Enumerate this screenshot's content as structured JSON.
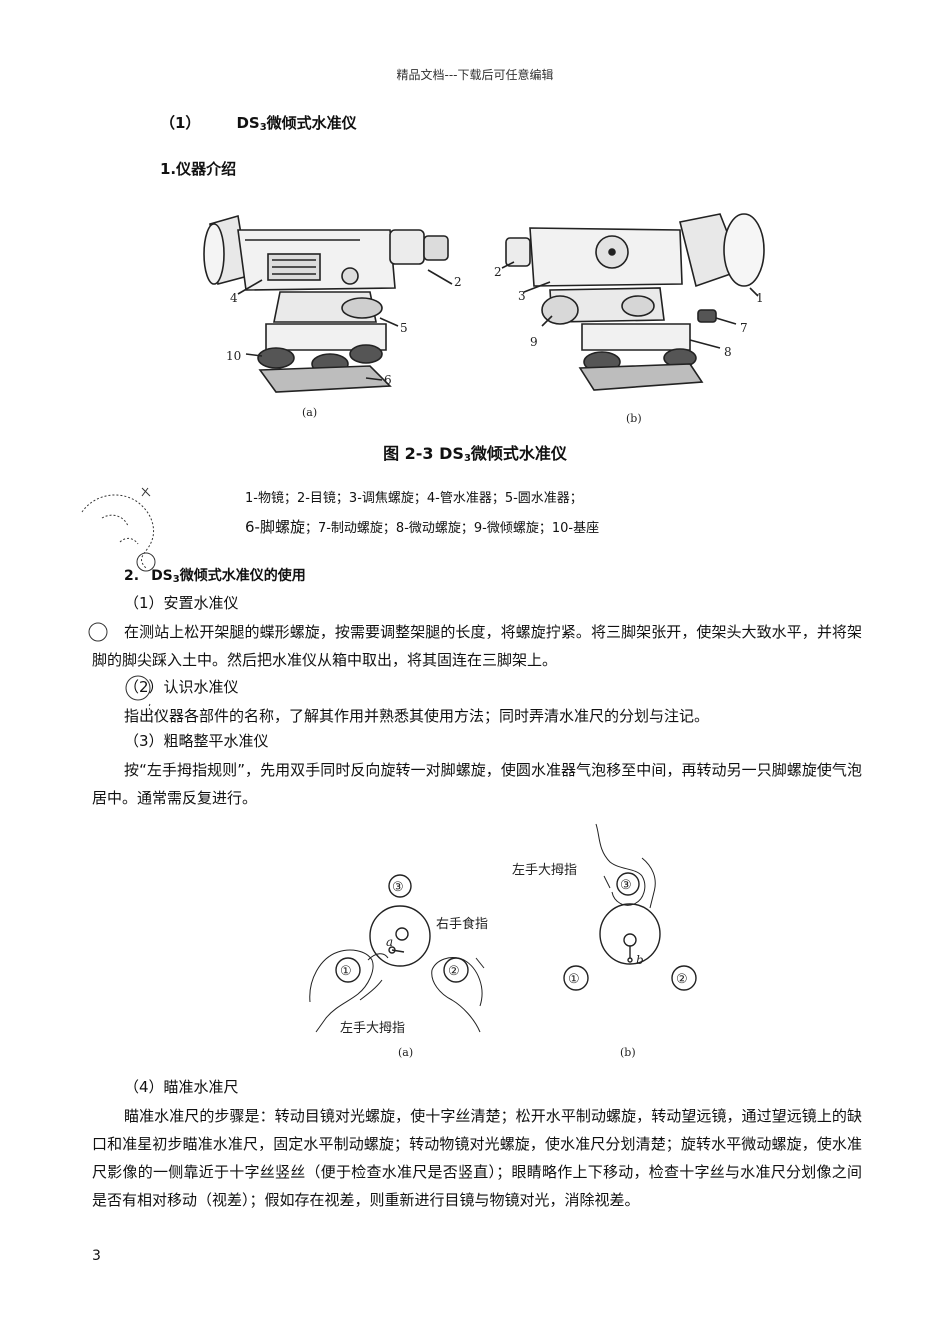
{
  "header": {
    "text": "精品文档---下载后可任意编辑"
  },
  "section1": {
    "num": "（1）",
    "title_pre": "DS",
    "title_sub": "3",
    "title_post": "微倾式水准仪"
  },
  "subsection1": {
    "title": "1.仪器介绍"
  },
  "figure1": {
    "labels_a": [
      "4",
      "2",
      "5",
      "10",
      "6"
    ],
    "labels_b": [
      "2",
      "3",
      "1",
      "7",
      "9",
      "8"
    ],
    "panel_a": "(a)",
    "panel_b": "(b)"
  },
  "caption1": {
    "pre": "图 2-3  DS",
    "sub": "3",
    "post": "微倾式水准仪"
  },
  "legend": {
    "line1": "1-物镜；2-目镜；3-调焦螺旋；4-管水准器；5-圆水准器；",
    "line2_lead": "6-脚螺旋",
    "line2_rest": "；7-制动螺旋；8-微动螺旋；9-微倾螺旋；10-基座"
  },
  "section2": {
    "num": "2.",
    "title_pre": "DS",
    "title_sub": "3",
    "title_post": "微倾式水准仪的使用"
  },
  "steps": {
    "s1_title": "（1）安置水准仪",
    "s1_text": "在测站上松开架腿的蝶形螺旋，按需要调整架腿的长度，将螺旋拧紧。将三脚架张开，使架头大致水平，并将架脚的脚尖踩入土中。然后把水准仪从箱中取出，将其固连在三脚架上。",
    "s2_title": "（2）认识水准仪",
    "s2_text": "指出仪器各部件的名称，了解其作用并熟悉其使用方法；同时弄清水准尺的分划与注记。",
    "s3_title": "（3）粗略整平水准仪",
    "s3_text": "按“左手拇指规则”，先用双手同时反向旋转一对脚螺旋，使圆水准器气泡移至中间，再转动另一只脚螺旋使气泡居中。通常需反复进行。",
    "s4_title": "（4）瞄准水准尺",
    "s4_text": "瞄准水准尺的步骤是：转动目镜对光螺旋，使十字丝清楚；松开水平制动螺旋，转动望远镜，通过望远镜上的缺口和准星初步瞄准水准尺，固定水平制动螺旋；转动物镜对光螺旋，使水准尺分划清楚；旋转水平微动螺旋，使水准尺影像的一侧靠近于十字丝竖丝（便于检查水准尺是否竖直）；眼睛略作上下移动，检查十字丝与水准尺分划像之间是否有相对移动（视差）；假如存在视差，则重新进行目镜与物镜对光，消除视差。"
  },
  "figure2": {
    "label_right_index": "右手食指",
    "label_left_thumb_a": "左手大拇指",
    "label_left_thumb_b": "左手大拇指",
    "c1": "①",
    "c2": "②",
    "c3": "③",
    "mark_a": "a",
    "mark_b": "b",
    "panel_a": "(a)",
    "panel_b": "(b)"
  },
  "page": {
    "number": "3"
  }
}
